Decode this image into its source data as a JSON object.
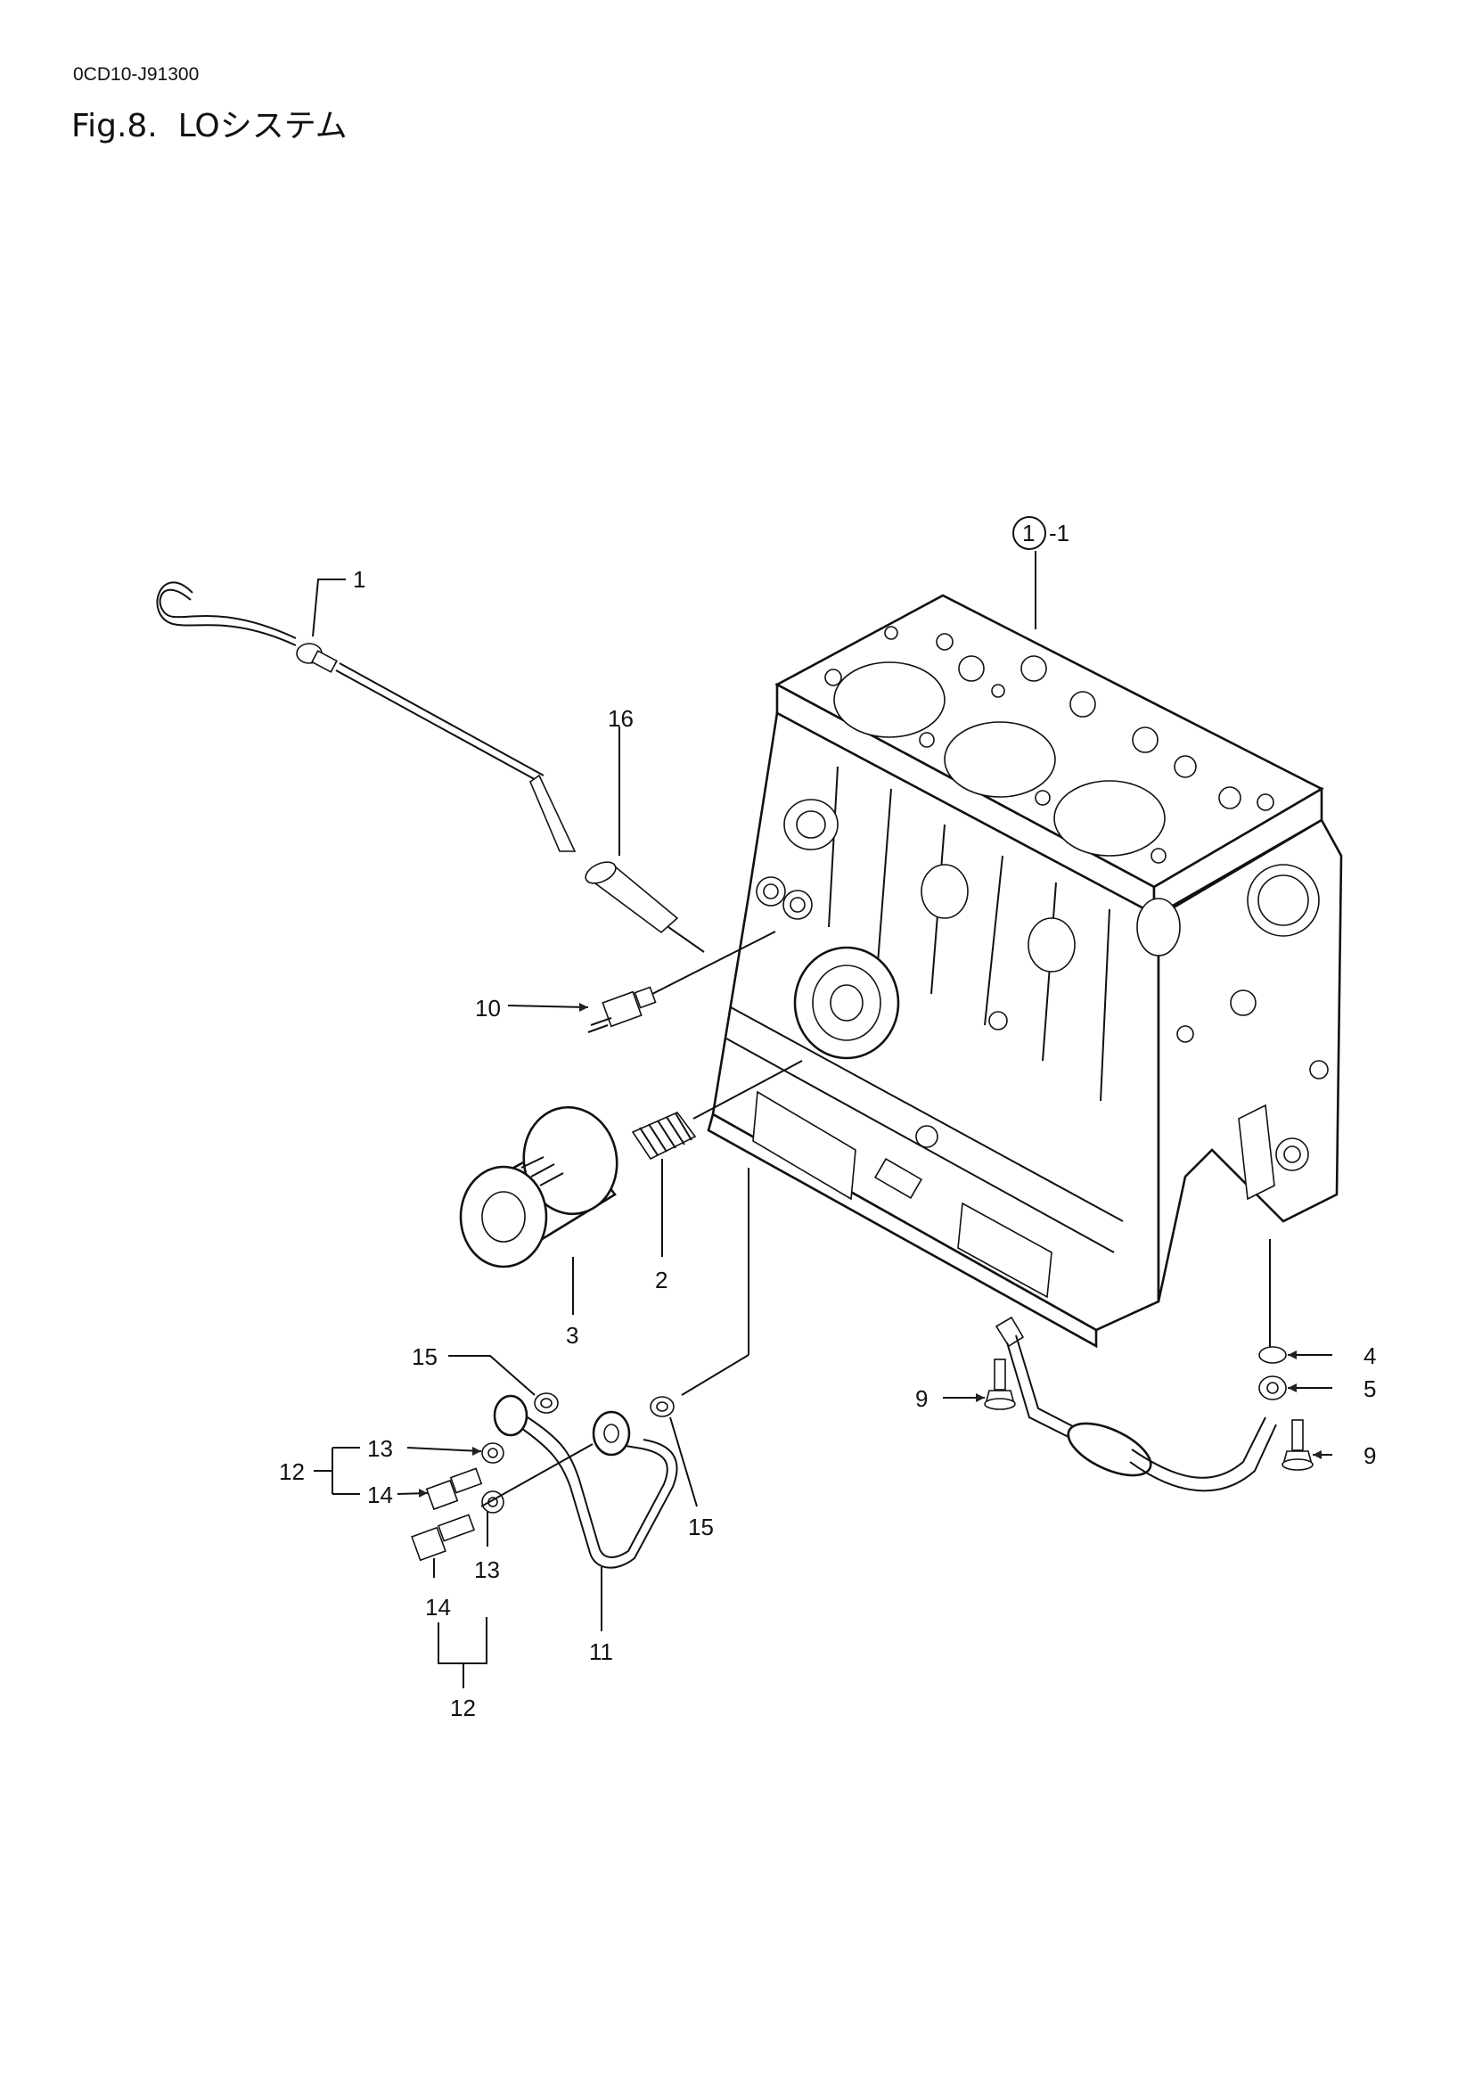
{
  "document": {
    "code": "0CD10-J91300",
    "figure_prefix": "Fig.8.",
    "figure_title": "LOシステム"
  },
  "callouts": {
    "c1": "1",
    "c1_1_circle": "1",
    "c1_1_suffix": "-1",
    "c16": "16",
    "c10": "10",
    "c2": "2",
    "c3": "3",
    "c4": "4",
    "c5": "5",
    "c9a": "9",
    "c9b": "9",
    "c15a": "15",
    "c15b": "15",
    "c12a": "12",
    "c13a": "13",
    "c14a": "14",
    "c14b": "14",
    "c13b": "13",
    "c12b": "12",
    "c11": "11"
  },
  "colors": {
    "ink": "#111111",
    "paper": "#ffffff"
  }
}
